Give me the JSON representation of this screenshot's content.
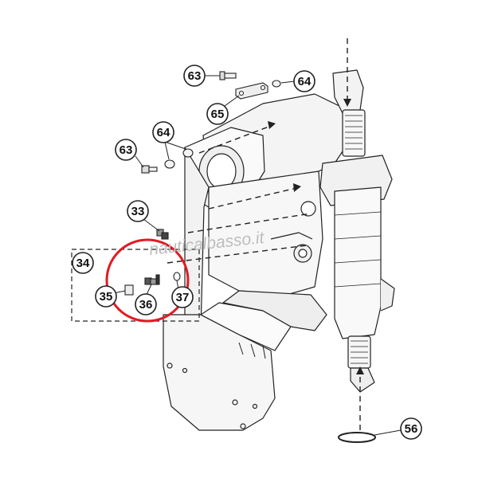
{
  "watermark": "nauticalbasso.it",
  "highlight_color": "#e01b24",
  "line_color": "#222222",
  "part_labels": {
    "p33": "33",
    "p34": "34",
    "p35": "35",
    "p36": "36",
    "p37": "37",
    "p56": "56",
    "p63a": "63",
    "p63b": "63",
    "p64a": "64",
    "p64b": "64",
    "p65": "65"
  }
}
